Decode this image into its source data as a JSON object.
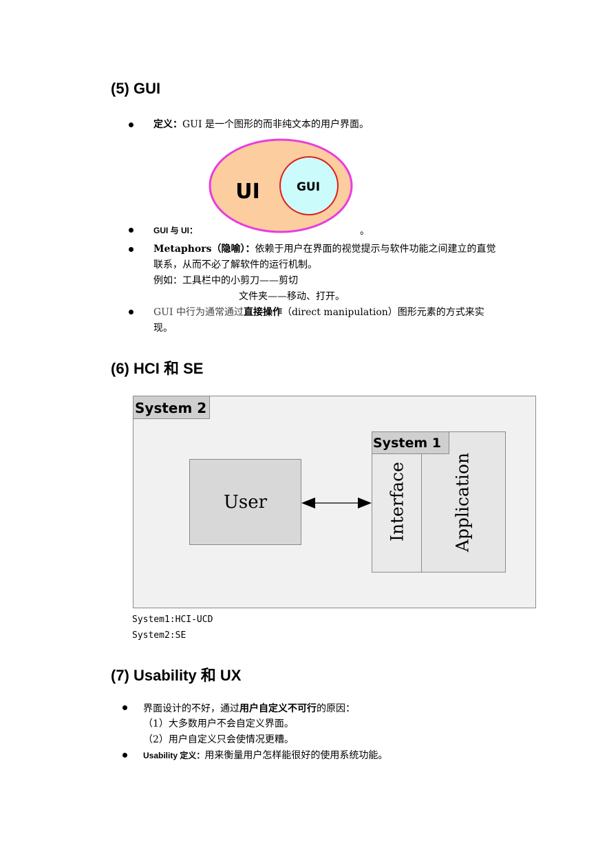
{
  "section5": {
    "title": "(5) GUI",
    "item1": {
      "label": "定义：",
      "text": "GUI 是一个图形的而非纯文本的用户界面。"
    },
    "diagram": {
      "outer": "UI",
      "inner": "GUI",
      "outer_fill": "#fbcd9f",
      "outer_stroke": "#e83ce0",
      "inner_fill": "#ccfbfc",
      "inner_stroke": "#e01c1c"
    },
    "item2": {
      "label": "GUI 与 UI：",
      "end": "。"
    },
    "item3": {
      "label": "Metaphors（隐喻）：",
      "text": "依赖于用户在界面的视觉提示与软件功能之间建立的直觉",
      "cont": "联系，从而不必了解软件的运行机制。",
      "example1": "例如：工具栏中的小剪刀——剪切",
      "example2": "文件夹——移动、打开。"
    },
    "item4": {
      "pre": "GUI 中行为通常通过",
      "bold": "直接操作",
      "post": "（direct manipulation）图形元素的方式来实",
      "cont": "现。"
    }
  },
  "section6": {
    "title": "(6) HCI 和 SE",
    "diagram": {
      "system2": "System 2",
      "system1": "System 1",
      "user": "User",
      "interface": "Interface",
      "application": "Application"
    },
    "note1": "System1:HCI-UCD",
    "note2": "System2:SE"
  },
  "section7": {
    "title": "(7) Usability 和 UX",
    "item1": {
      "pre": "界面设计的不好，通过",
      "bold": "用户自定义不可行",
      "post": "的原因：",
      "sub1": "（1）大多数用户不会自定义界面。",
      "sub2": "（2）用户自定义只会使情况更糟。"
    },
    "item2": {
      "label": "Usability 定义：",
      "text": "用来衡量用户怎样能很好的使用系统功能。"
    }
  }
}
